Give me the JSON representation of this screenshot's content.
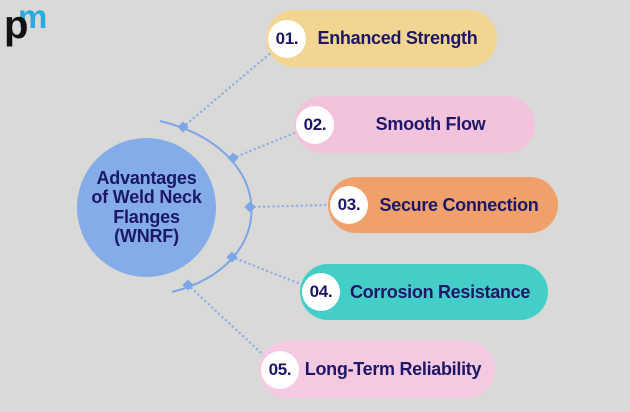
{
  "colors": {
    "background": "#d9d9d8",
    "text": "#1d1768",
    "circle_fill": "#84ace8",
    "connector": "#7ca6e8",
    "dotted": "#8db0ea",
    "badge_bg": "#ffffff",
    "logo_blue": "#29abe2",
    "logo_black": "#111111"
  },
  "logo": {
    "letter_m": "m",
    "letter_p": "p"
  },
  "center_circle": {
    "lines": [
      "Advantages",
      "of Weld Neck",
      "Flanges",
      "(WNRF)"
    ]
  },
  "items": [
    {
      "number": "01.",
      "label": "Enhanced Strength",
      "color": "#f2d591"
    },
    {
      "number": "02.",
      "label": "Smooth Flow",
      "color": "#f3c3de"
    },
    {
      "number": "03.",
      "label": "Secure Connection",
      "color": "#f0a16b"
    },
    {
      "number": "04.",
      "label": "Corrosion Resistance",
      "color": "#43cfc7"
    },
    {
      "number": "05.",
      "label": "Long-Term Reliability",
      "color": "#f6c9e2"
    }
  ]
}
